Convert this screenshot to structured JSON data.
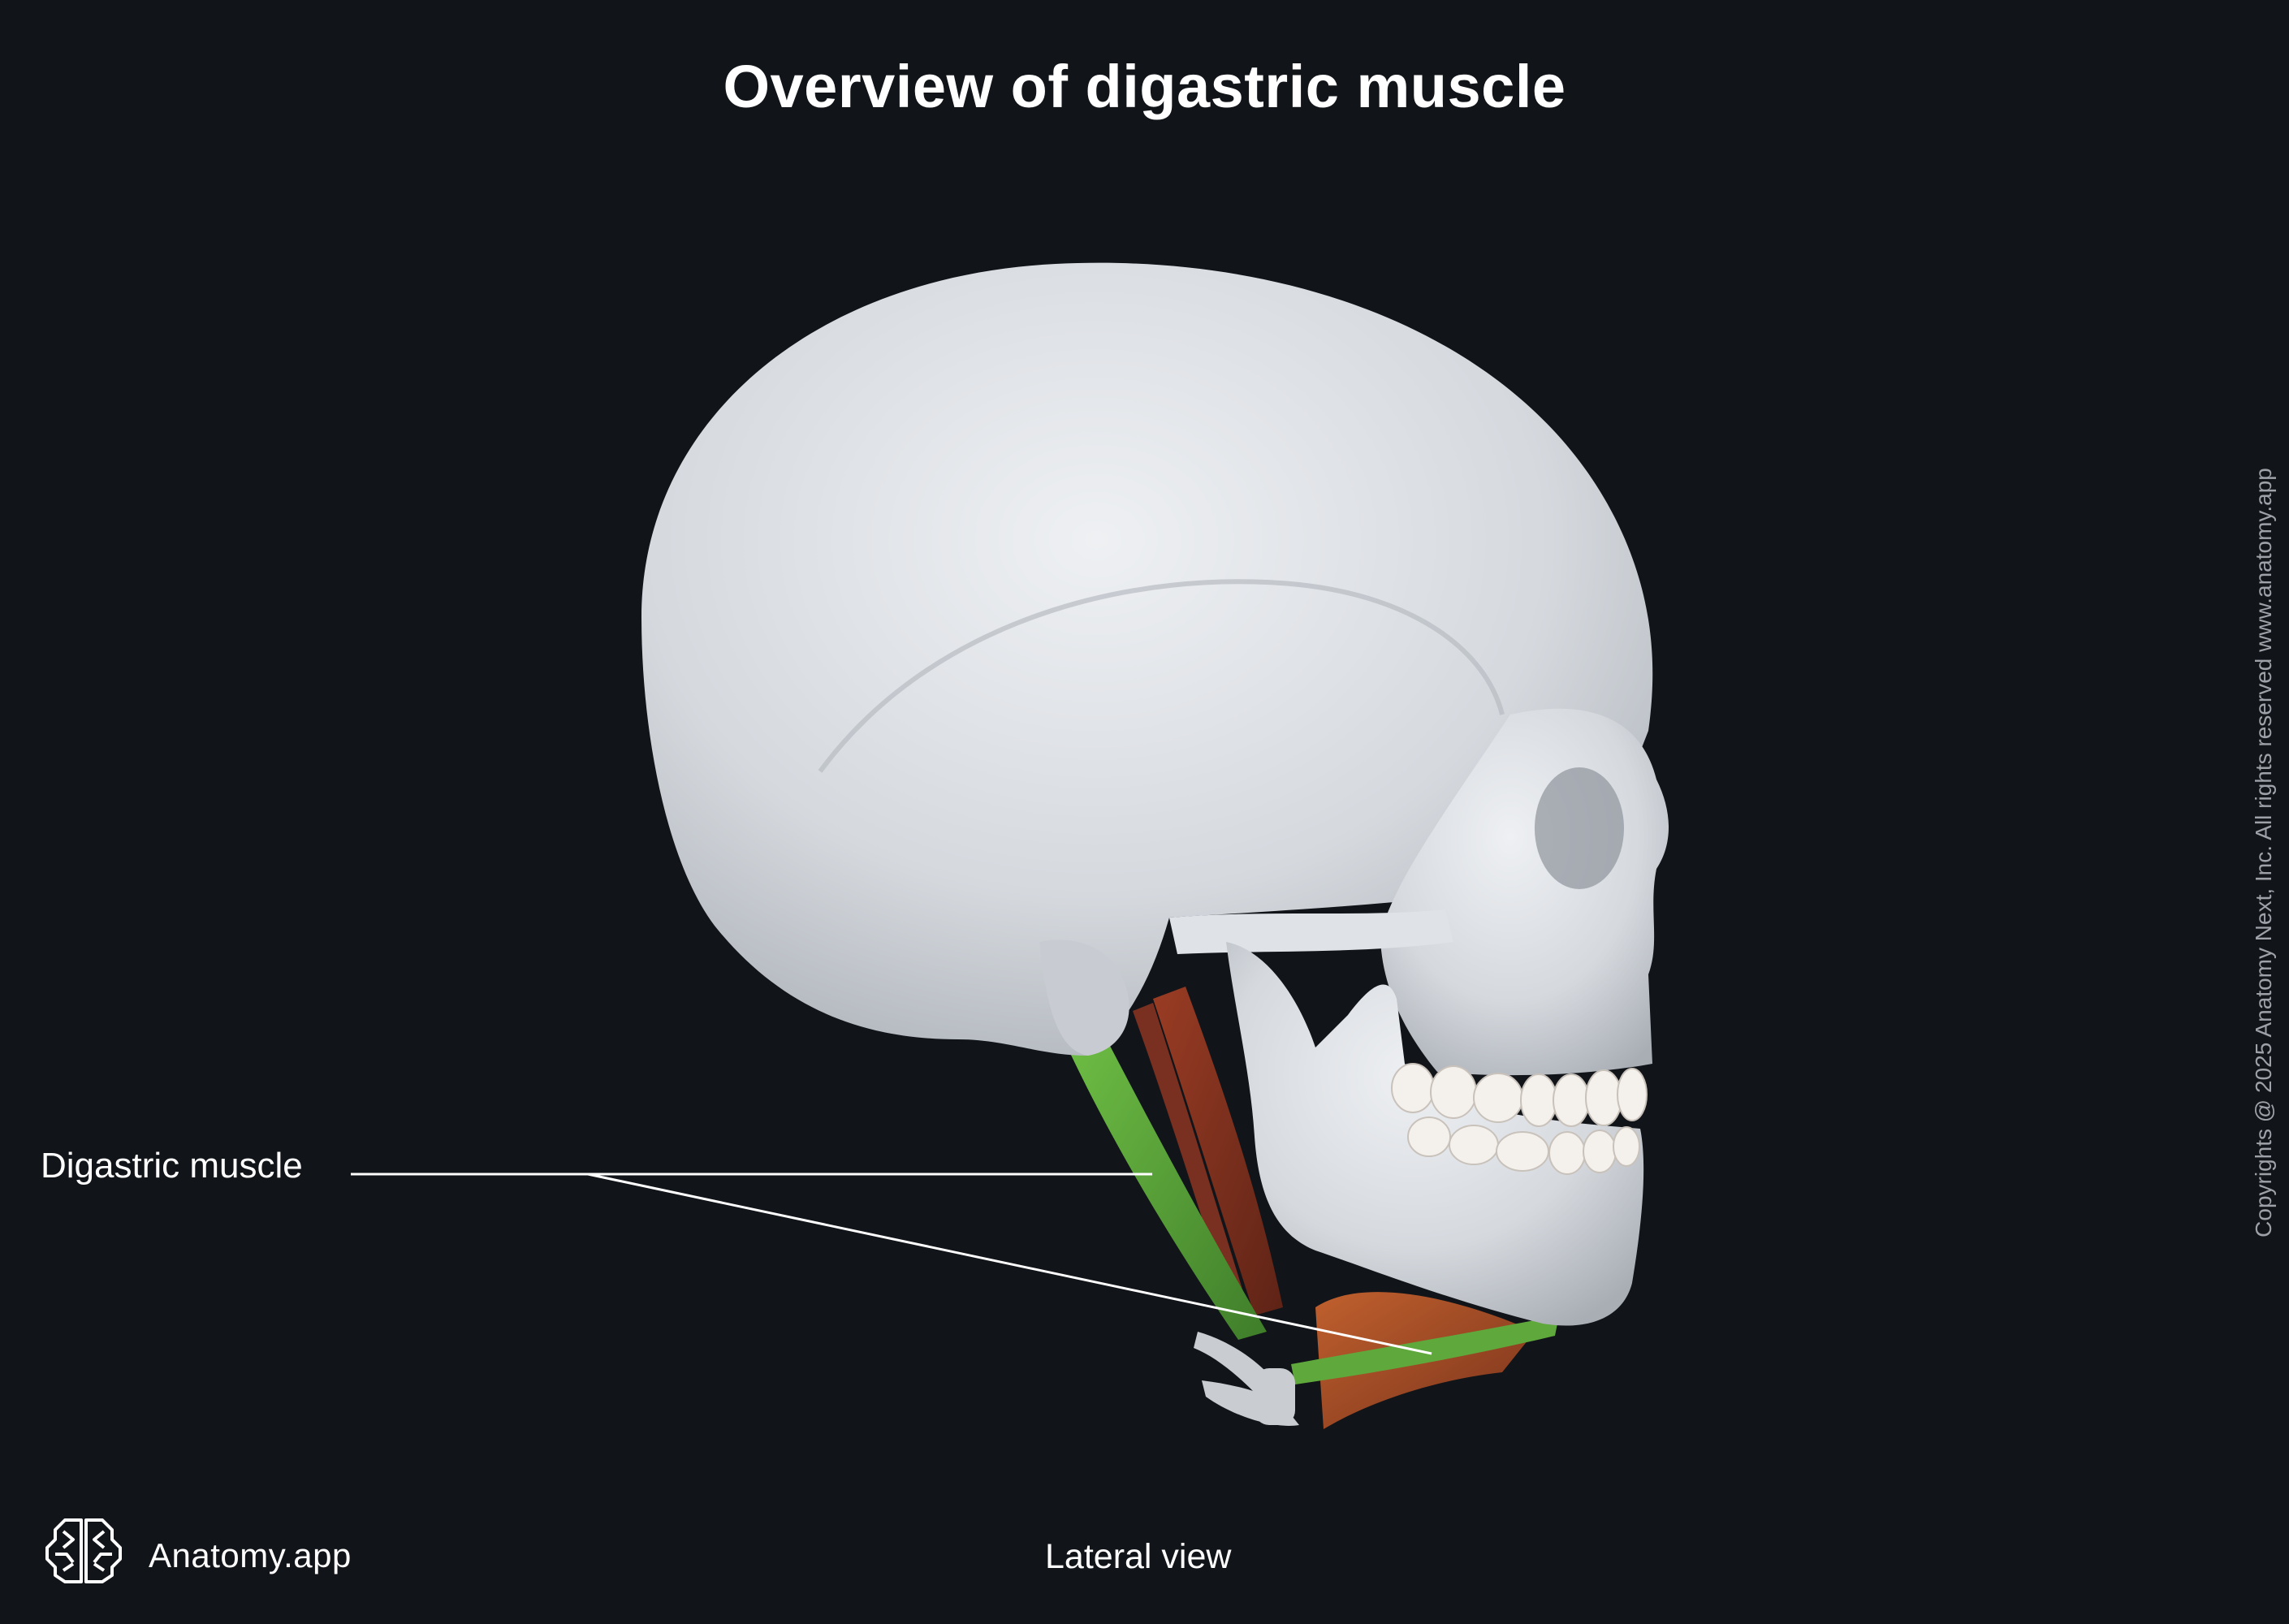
{
  "title": "Overview of digastric muscle",
  "labels": [
    {
      "text": "Digastric muscle",
      "target": "digastric muscle (posterior and anterior bellies)"
    }
  ],
  "view": "Lateral view",
  "brand": {
    "name": "Anatomy.app",
    "icon": "brain-logo-icon"
  },
  "copyright": "Copyrights @ 2025 Anatomy Next, Inc. All rights reserved www.anatomy.app",
  "colors": {
    "background": "#111419",
    "text": "#ffffff",
    "copyright_text": "#9ea2a8",
    "bone": "#d9dde2",
    "highlight_muscle": "#5fa83c",
    "other_muscle": "#8a3a22",
    "leader_line": "#ffffff"
  }
}
